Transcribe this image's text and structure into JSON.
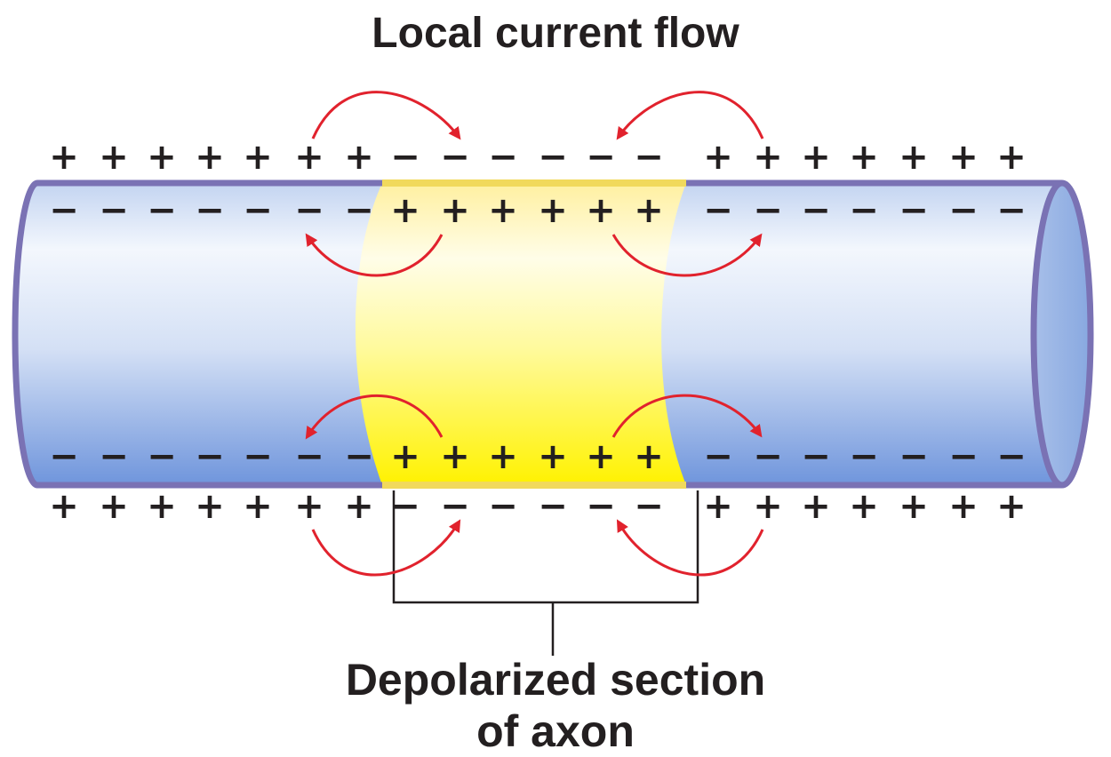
{
  "title": "Local current flow",
  "caption": {
    "line1": "Depolarized section",
    "line2": "of axon"
  },
  "signs": {
    "plus": "+",
    "minus": "−"
  },
  "colors": {
    "membrane_outline": "#7a72b4",
    "resting_fill": "#a8c2ec",
    "depolarized_fill": "#fff45a",
    "arrow": "#e1222d",
    "text": "#231f20"
  }
}
